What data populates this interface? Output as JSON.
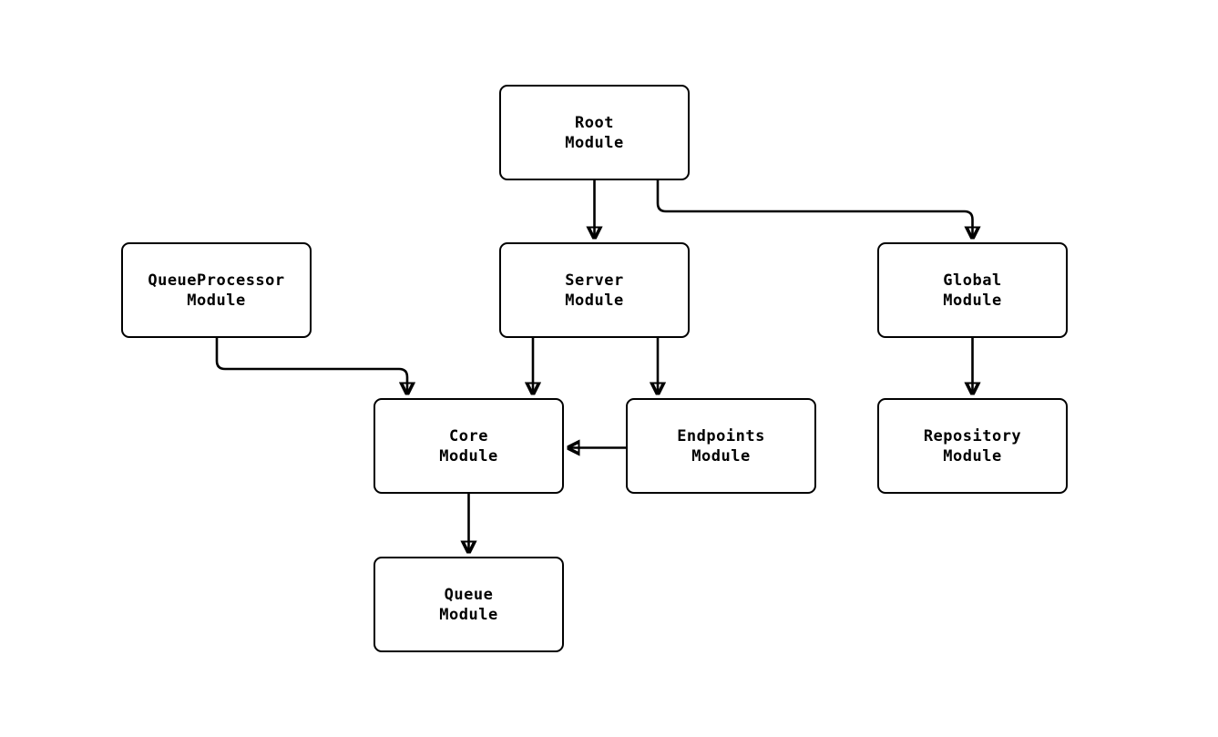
{
  "diagram": {
    "type": "module-dependency-graph",
    "background_color": "#ffffff",
    "stroke_color": "#000000",
    "node_fill_color": "#ffffff",
    "text_color": "#000000",
    "nodes": {
      "root": {
        "label": "Root\nModule"
      },
      "queueprocessor": {
        "label": "QueueProcessor\nModule"
      },
      "server": {
        "label": "Server\nModule"
      },
      "global": {
        "label": "Global\nModule"
      },
      "core": {
        "label": "Core\nModule"
      },
      "endpoints": {
        "label": "Endpoints\nModule"
      },
      "repository": {
        "label": "Repository\nModule"
      },
      "queue": {
        "label": "Queue\nModule"
      }
    },
    "edges": [
      {
        "from": "Root Module",
        "to": "Server Module"
      },
      {
        "from": "Root Module",
        "to": "Global Module"
      },
      {
        "from": "QueueProcessor Module",
        "to": "Core Module"
      },
      {
        "from": "Server Module",
        "to": "Core Module"
      },
      {
        "from": "Server Module",
        "to": "Endpoints Module"
      },
      {
        "from": "Endpoints Module",
        "to": "Core Module"
      },
      {
        "from": "Global Module",
        "to": "Repository Module"
      },
      {
        "from": "Core Module",
        "to": "Queue Module"
      }
    ]
  }
}
